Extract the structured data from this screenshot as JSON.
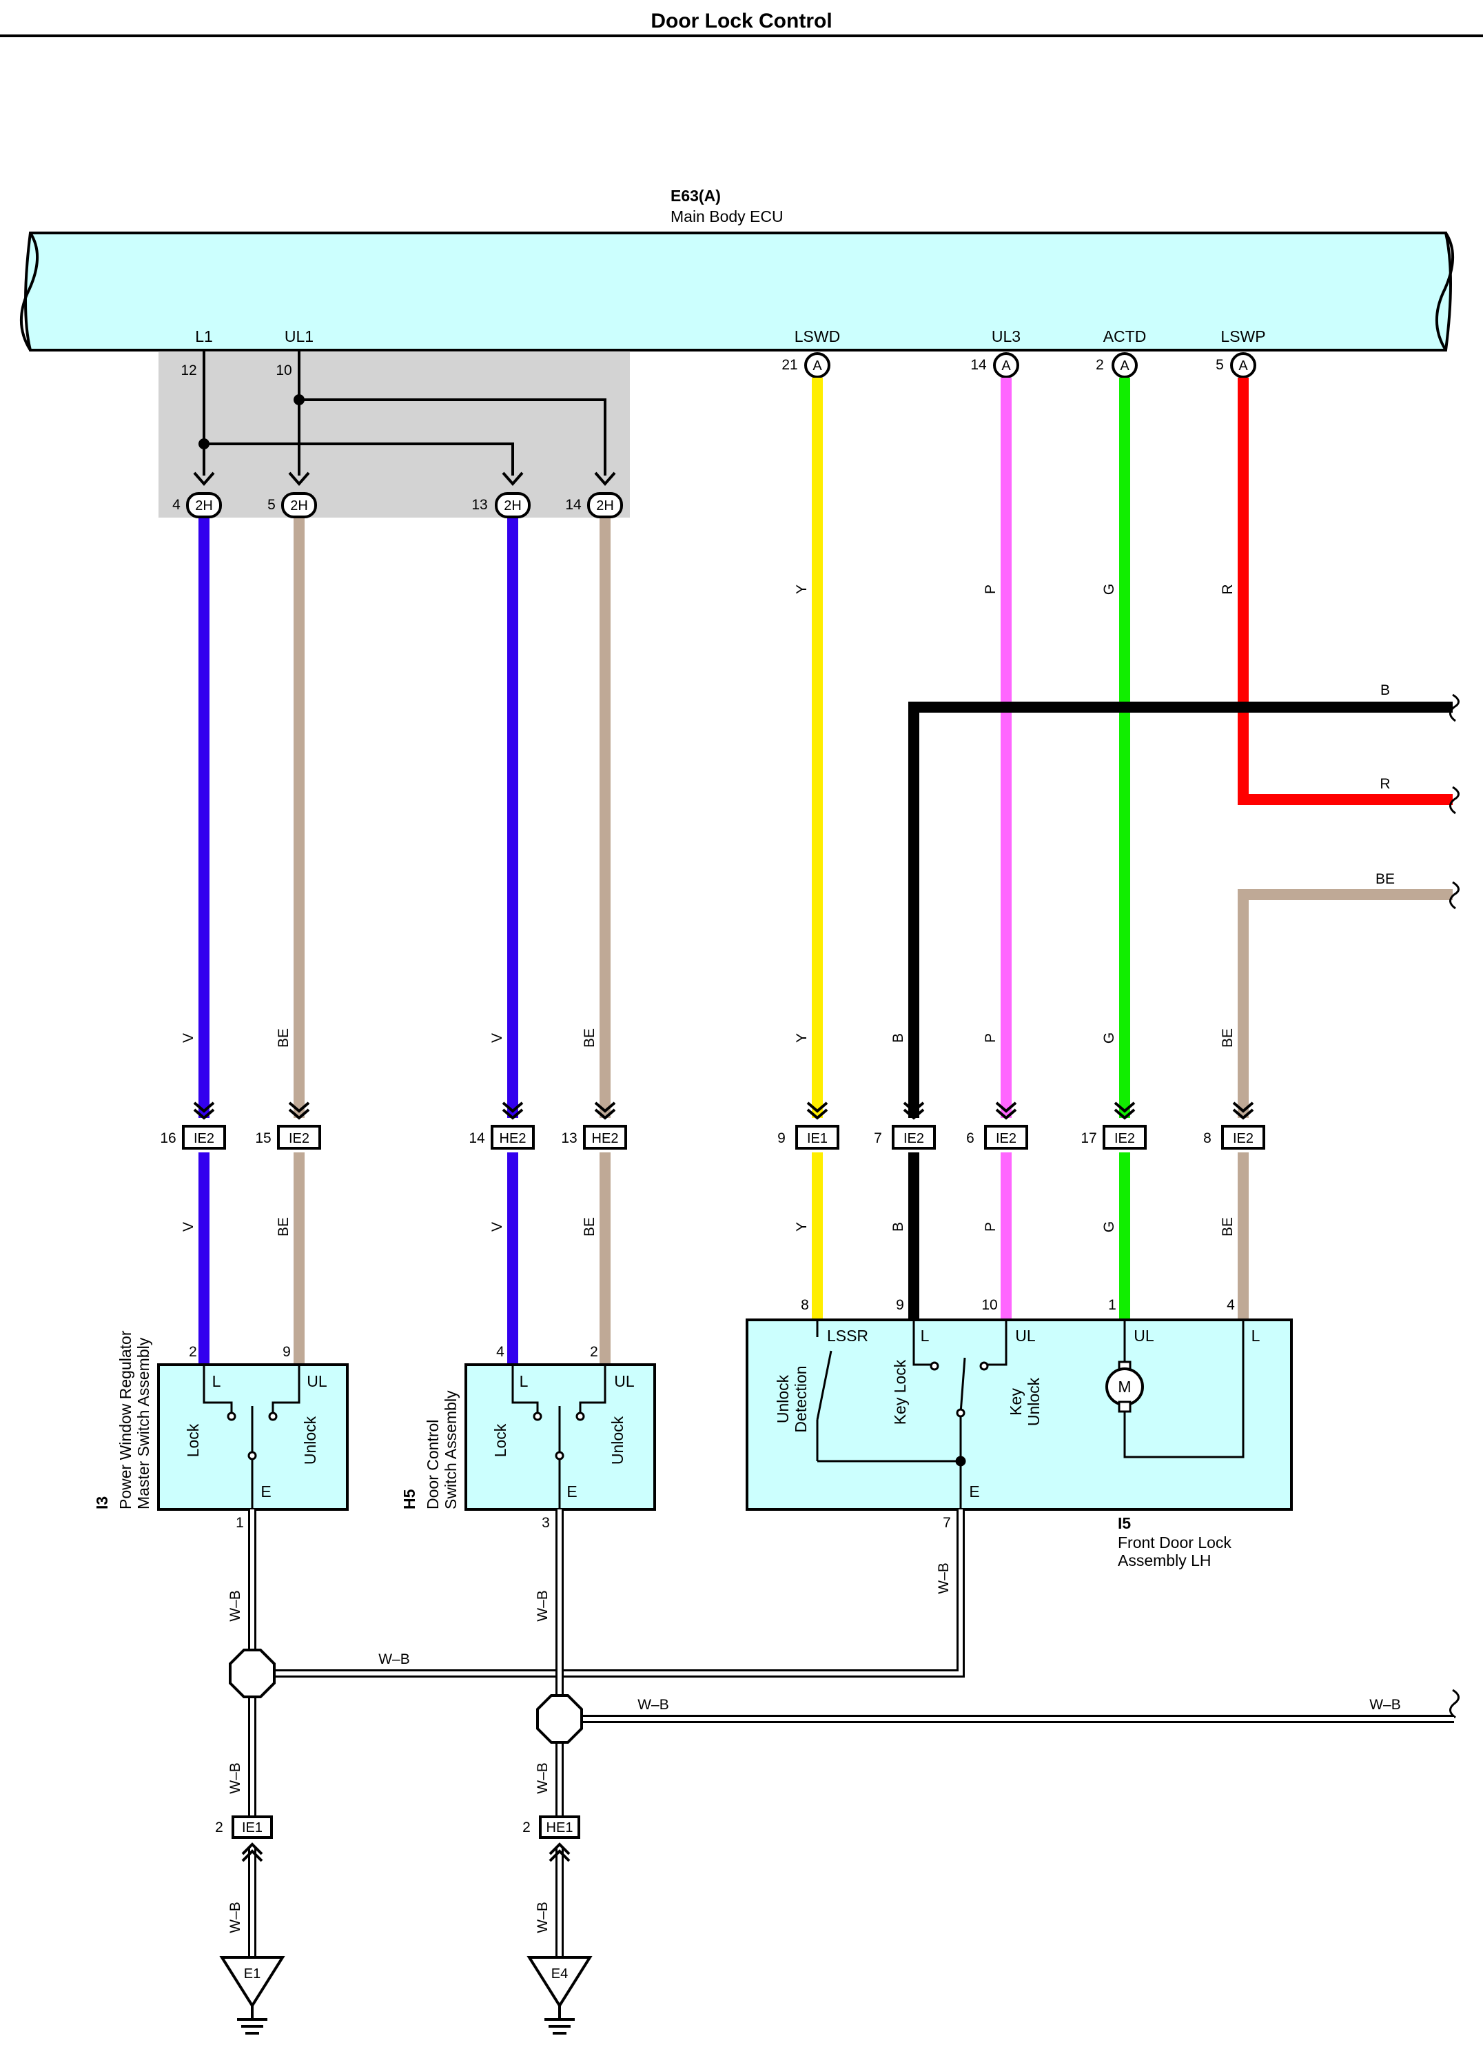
{
  "title": "Door Lock Control",
  "colors": {
    "V": "#3300ee",
    "BE": "#bfa996",
    "Y": "#ffee00",
    "P": "#ff66ff",
    "G": "#11ee00",
    "R": "#ff0000",
    "B": "#000000",
    "ecu_fill": "#ccfffe",
    "shade": "#d3d3d3"
  },
  "ecu": {
    "code": "E63(A)",
    "name": "Main Body ECU",
    "terminals": {
      "L1": "L1",
      "UL1": "UL1",
      "LSWD": "LSWD",
      "UL3": "UL3",
      "ACTD": "ACTD",
      "LSWP": "LSWP"
    },
    "pins": {
      "l1": "12",
      "ul1": "10",
      "lswd": "21",
      "ul3": "14",
      "actd": "2",
      "lswp": "5"
    },
    "connector_letter": "A"
  },
  "connector_2h": {
    "code": "2H",
    "pins": [
      "4",
      "5",
      "13",
      "14"
    ]
  },
  "wire_labels": {
    "V": "V",
    "BE": "BE",
    "Y": "Y",
    "P": "P",
    "G": "G",
    "R": "R",
    "B": "B",
    "WB": "W–B"
  },
  "mid_connectors": [
    {
      "code": "IE2",
      "pin": "16"
    },
    {
      "code": "IE2",
      "pin": "15"
    },
    {
      "code": "HE2",
      "pin": "14"
    },
    {
      "code": "HE2",
      "pin": "13"
    },
    {
      "code": "IE1",
      "pin": "9"
    },
    {
      "code": "IE2",
      "pin": "7"
    },
    {
      "code": "IE2",
      "pin": "6"
    },
    {
      "code": "IE2",
      "pin": "17"
    },
    {
      "code": "IE2",
      "pin": "8"
    }
  ],
  "i3": {
    "code": "I3",
    "name1": "Power Window Regulator",
    "name2": "Master Switch Assembly",
    "pin_l": "2",
    "pin_ul": "9",
    "pin_e": "1",
    "t_l": "L",
    "t_ul": "UL",
    "t_e": "E",
    "sw_lock": "Lock",
    "sw_unlock": "Unlock"
  },
  "h5": {
    "code": "H5",
    "name1": "Door Control",
    "name2": "Switch Assembly",
    "pin_l": "4",
    "pin_ul": "2",
    "pin_e": "3",
    "t_l": "L",
    "t_ul": "UL",
    "t_e": "E",
    "sw_lock": "Lock",
    "sw_unlock": "Unlock"
  },
  "i5": {
    "code": "I5",
    "name1": "Front Door Lock",
    "name2": "Assembly LH",
    "pins": {
      "lssr": "8",
      "l": "9",
      "ul": "10",
      "motor_ul": "1",
      "motor_l": "4",
      "e": "7"
    },
    "terminals": {
      "lssr": "LSSR",
      "l": "L",
      "ul": "UL",
      "motor_ul": "UL",
      "motor_l": "L",
      "e": "E"
    },
    "unlock_det_1": "Unlock",
    "unlock_det_2": "Detection",
    "key_lock": "Key Lock",
    "key_unlock_1": "Key",
    "key_unlock_2": "Unlock",
    "motor": "M"
  },
  "grounds": {
    "ie1": {
      "code": "IE1",
      "pin": "2"
    },
    "he1": {
      "code": "HE1",
      "pin": "2"
    },
    "e1": "E1",
    "e4": "E4"
  }
}
